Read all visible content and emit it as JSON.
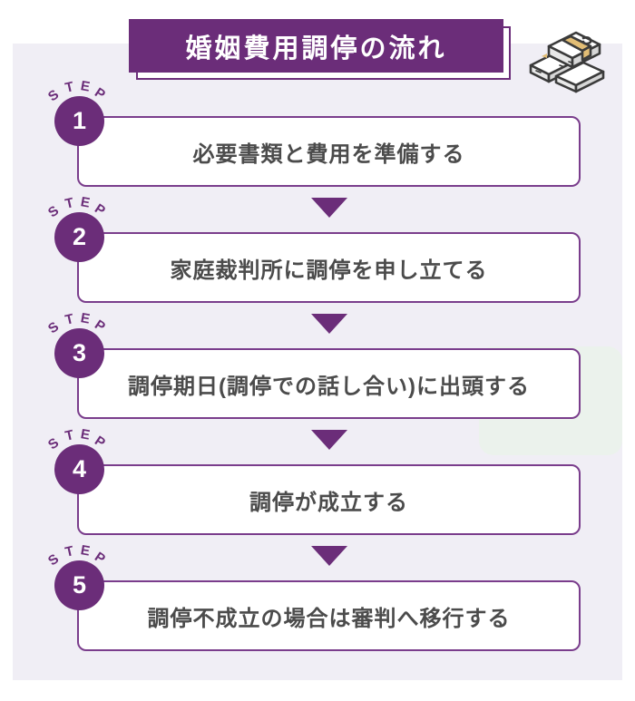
{
  "title": "婚姻費用調停の流れ",
  "step_word": [
    "S",
    "T",
    "E",
    "P"
  ],
  "steps": [
    {
      "number": "1",
      "text": "必要書類と費用を準備する"
    },
    {
      "number": "2",
      "text": "家庭裁判所に調停を申し立てる"
    },
    {
      "number": "3",
      "text": "調停期日(調停での話し合い)に出頭する"
    },
    {
      "number": "4",
      "text": "調停が成立する"
    },
    {
      "number": "5",
      "text": "調停不成立の場合は審判へ移行する"
    }
  ],
  "icons": {
    "header_icon": "money-stack-icon",
    "connector_icon": "down-arrow-icon"
  },
  "colors": {
    "accent_purple": "#6b2d79",
    "box_border_purple": "#7a3d8c",
    "panel_lavender": "#f0eef5",
    "green_accent": "#ebf2ec",
    "text_gray": "#4b4b4b",
    "band_tan": "#e2bd75"
  }
}
